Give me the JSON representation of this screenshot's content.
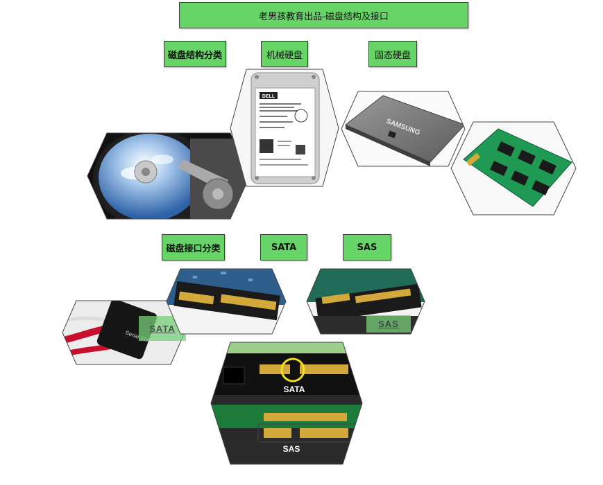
{
  "title": "老男孩教育出品-磁盘结构及接口",
  "section_structure": {
    "heading": "磁盘结构分类",
    "hdd_label": "机械硬盘",
    "ssd_label": "固态硬盘"
  },
  "section_interface": {
    "heading": "磁盘接口分类",
    "sata_label": "SATA",
    "sas_label": "SAS"
  },
  "photo_text": {
    "dell_brand": "DELL",
    "samsung_brand": "SAMSUNG",
    "serial_ata": "Serial ATA",
    "sata_overlay": "SATA",
    "sas_overlay": "SAS",
    "sata_caption": "SATA",
    "sas_caption": "SAS"
  },
  "colors": {
    "label_fill": "#66d466",
    "label_border": "#3a3a3a",
    "hex_border": "#444444"
  }
}
